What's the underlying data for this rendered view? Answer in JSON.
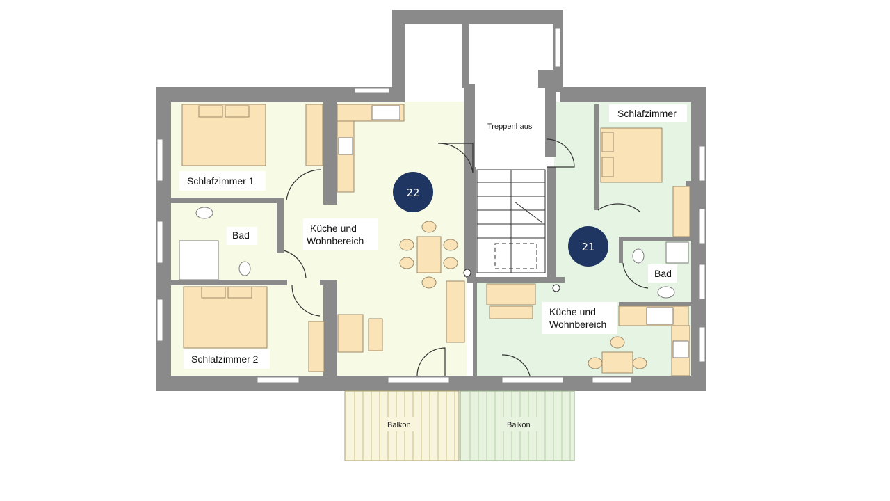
{
  "units": [
    {
      "id": "22",
      "color": "#f7fae4"
    },
    {
      "id": "21",
      "color": "#e6f5e3"
    }
  ],
  "rooms": {
    "schlafzimmer_1": "Schlafzimmer 1",
    "bad_left": "Bad",
    "schlafzimmer_2": "Schlafzimmer 2",
    "kueche_22_line1": "Küche und",
    "kueche_22_line2": "Wohnbereich",
    "treppenhaus": "Treppenhaus",
    "schlafzimmer_right": "Schlafzimmer",
    "bad_right": "Bad",
    "kueche_21_line1": "Küche und",
    "kueche_21_line2": "Wohnbereich",
    "balkon_left": "Balkon",
    "balkon_right": "Balkon"
  },
  "badges": {
    "unit_22": "22",
    "unit_21": "21",
    "color": "#1e3661"
  },
  "colors": {
    "wall": "#8a8a8a",
    "unit_22_floor": "#f7fae4",
    "unit_21_floor": "#e6f5e3",
    "furniture": "#fbe3b8",
    "balkon_22": "#f9f5dc",
    "balkon_21": "#e8f3df"
  }
}
